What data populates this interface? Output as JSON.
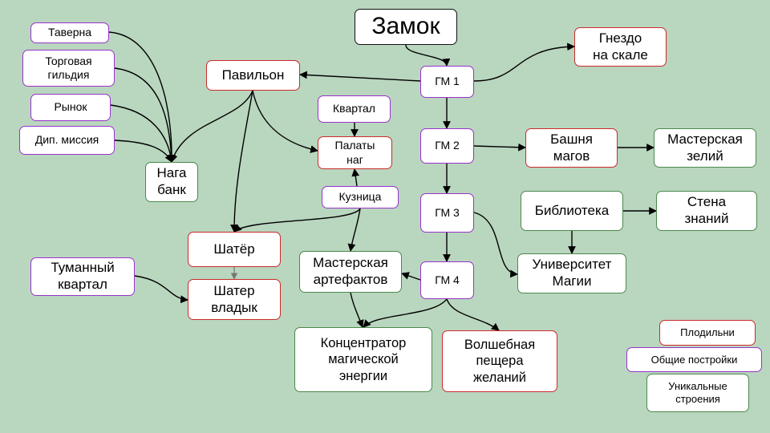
{
  "nodes": {
    "castle": "Замок",
    "gm1": "ГМ 1",
    "gm2": "ГМ 2",
    "gm3": "ГМ 3",
    "gm4": "ГМ 4",
    "nest": "Гнездо\nна скале",
    "pavilion": "Павильон",
    "tavern": "Таверна",
    "trade_guild": "Торговая\nгильдия",
    "market": "Рынок",
    "dip_mission": "Дип. миссия",
    "naga_bank": "Нага\nбанк",
    "quarter": "Квартал",
    "naga_chambers": "Палаты\nнаг",
    "forge": "Кузница",
    "mage_tower": "Башня\nмагов",
    "potion_workshop": "Мастерская\nзелий",
    "library": "Библиотека",
    "wall_of_knowledge": "Стена\nзнаний",
    "university": "Университет\nМагии",
    "tent": "Шатёр",
    "foggy_quarter": "Туманный\nквартал",
    "lords_tent": "Шатер\nвладык",
    "artifact_workshop": "Мастерская\nартефактов",
    "magic_concentrator": "Концентратор\nмагической\nэнергии",
    "wish_cave": "Волшебная\nпещера\nжеланий"
  },
  "legend": {
    "breeding": "Плодильни",
    "common": "Общие постройки",
    "unique": "Уникальные\nстроения"
  },
  "colors": {
    "background": "#b9d6bf",
    "breeding_border": "#cc2a2a",
    "common_border": "#9933cc",
    "unique_border": "#4a8a4a",
    "edge": "#000000"
  }
}
